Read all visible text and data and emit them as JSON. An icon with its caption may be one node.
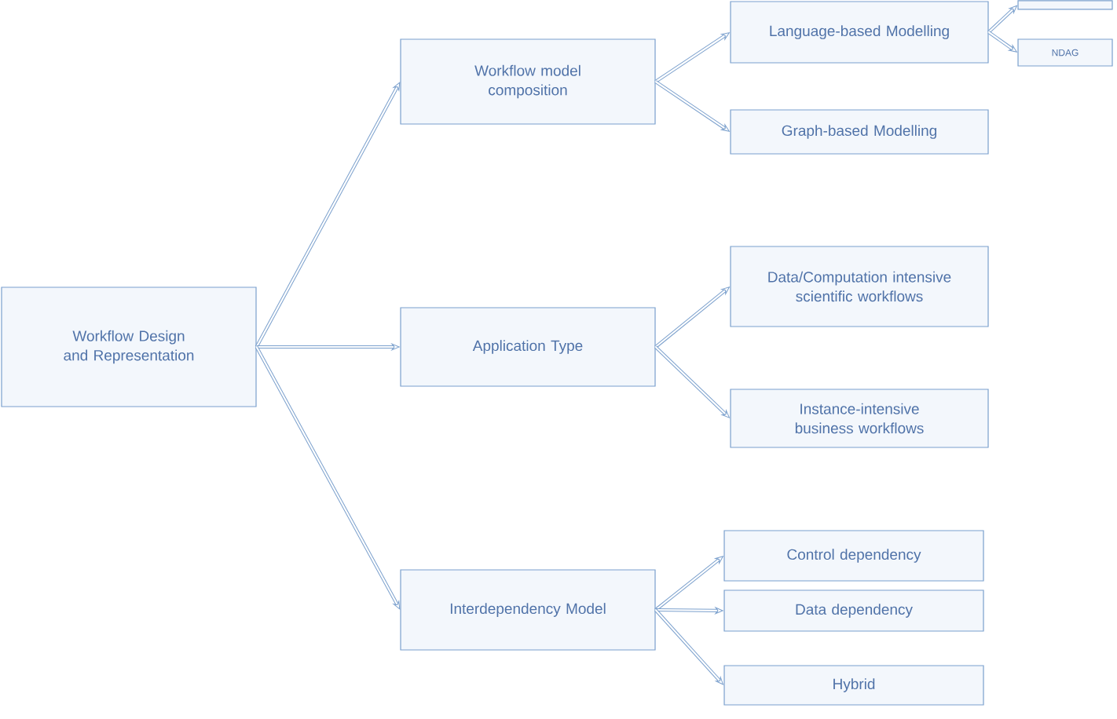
{
  "diagram": {
    "nodes": [
      {
        "text": [
          "Workflow Design and Representation"
        ]
      },
      {
        "text": [
          "Workflow model composition"
        ]
      },
      {
        "text": [
          "Application Type"
        ]
      },
      {
        "text": [
          "Interdependency Model"
        ]
      },
      {
        "text": [
          "Language-based Modelling"
        ]
      },
      {
        "text": [],
        "shape": "box"
      },
      {
        "text": [
          "NDAG"
        ]
      },
      {
        "text": [
          "Graph-based Modelling"
        ]
      },
      {
        "text": [
          "Data/Computation intensive scientific workflows"
        ]
      },
      {
        "text": [
          "Instance-intensive business workflows"
        ]
      },
      {
        "text": [
          "Control dependency"
        ]
      },
      {
        "text": [
          "Data dependency"
        ]
      },
      {
        "text": [
          "Hybrid"
        ]
      }
    ],
    "edges": [
      {
        "from": 0,
        "to": 1,
        "arrow": "to"
      },
      {
        "from": 0,
        "to": 2,
        "arrow": "to"
      },
      {
        "from": 0,
        "to": 3,
        "arrow": "to"
      },
      {
        "from": 1,
        "to": 4,
        "arrow": "to"
      },
      {
        "from": 1,
        "to": 7,
        "arrow": "to"
      },
      {
        "from": 4,
        "to": 5,
        "arrow": "to"
      },
      {
        "from": 4,
        "to": 6,
        "arrow": "to"
      },
      {
        "from": 2,
        "to": 8,
        "arrow": "to"
      },
      {
        "from": 2,
        "to": 9,
        "arrow": "to"
      },
      {
        "from": 3,
        "to": 10,
        "arrow": "to"
      },
      {
        "from": 3,
        "to": 11,
        "arrow": "to"
      },
      {
        "from": 3,
        "to": 12,
        "arrow": "to"
      }
    ]
  }
}
